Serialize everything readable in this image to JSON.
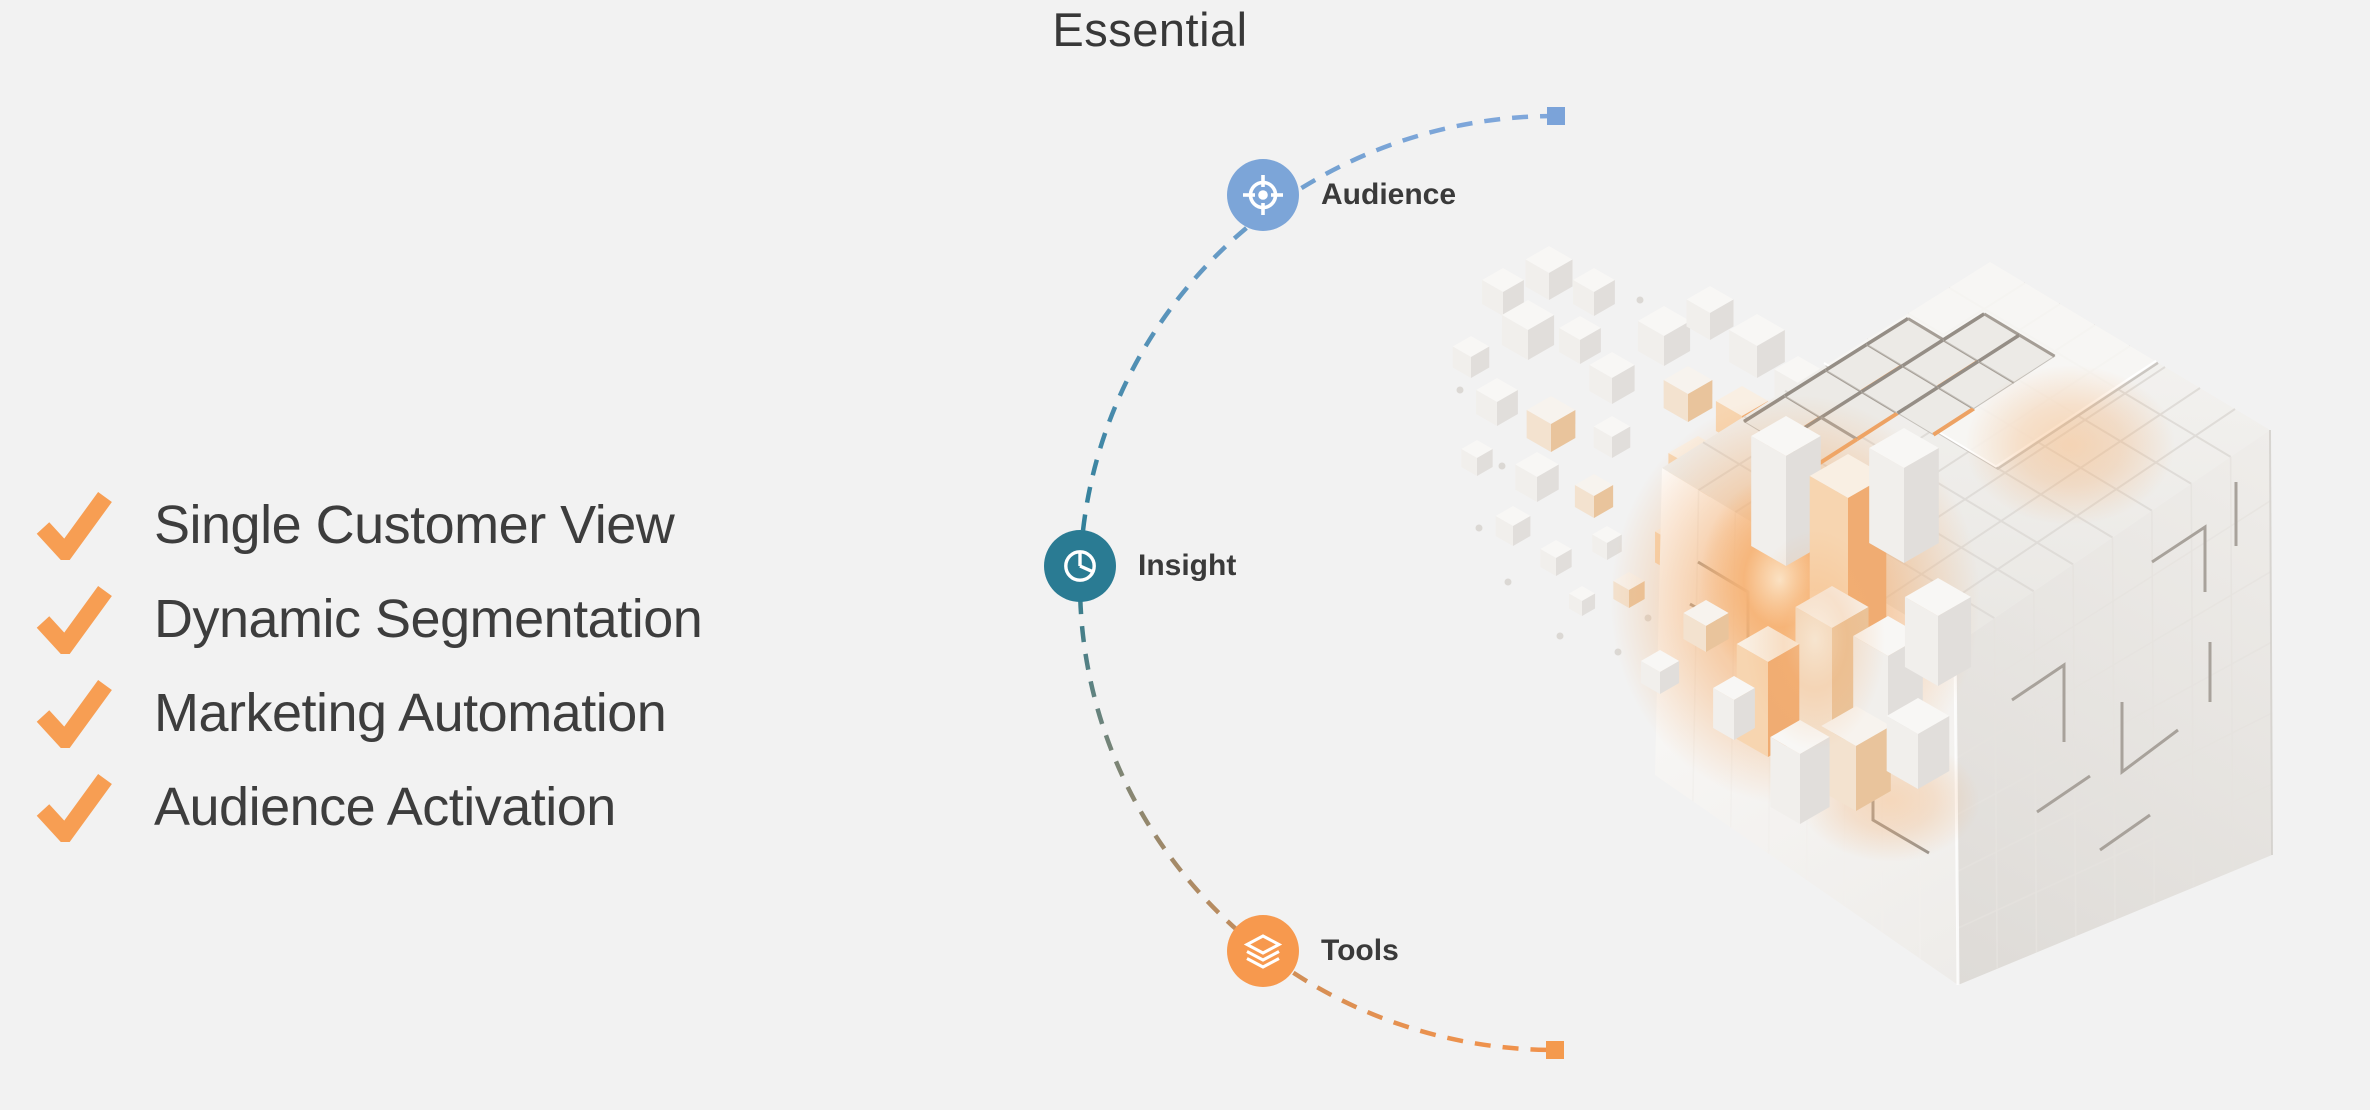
{
  "title": "Essential",
  "features": {
    "items": [
      {
        "label": "Single Customer View"
      },
      {
        "label": "Dynamic Segmentation"
      },
      {
        "label": "Marketing Automation"
      },
      {
        "label": "Audience Activation"
      }
    ],
    "check_color": "#F79E53"
  },
  "diagram": {
    "nodes": [
      {
        "label": "Audience",
        "icon": "target-icon",
        "color": "#7CA5D8"
      },
      {
        "label": "Insight",
        "icon": "pie-chart-icon",
        "color": "#2A7B93"
      },
      {
        "label": "Tools",
        "icon": "layers-icon",
        "color": "#F7994E"
      }
    ],
    "arc": {
      "style": "dashed",
      "gradient": [
        "#7FA7DB",
        "#2B7C93",
        "#F0924C"
      ],
      "endpoint_squares": [
        {
          "position": "top",
          "color": "#7BA3D9"
        },
        {
          "position": "bottom",
          "color": "#F49A4E"
        }
      ]
    }
  },
  "illustration": {
    "name": "exploding-voxel-cube",
    "description": "isometric white voxel cube disintegrating at its top-left corner with warm orange glow and scattered small cubes",
    "glow_color": "#F2A45F"
  },
  "colors": {
    "background": "#F2F2F2",
    "heading_text": "#383838",
    "body_text": "#3D3D3D"
  }
}
